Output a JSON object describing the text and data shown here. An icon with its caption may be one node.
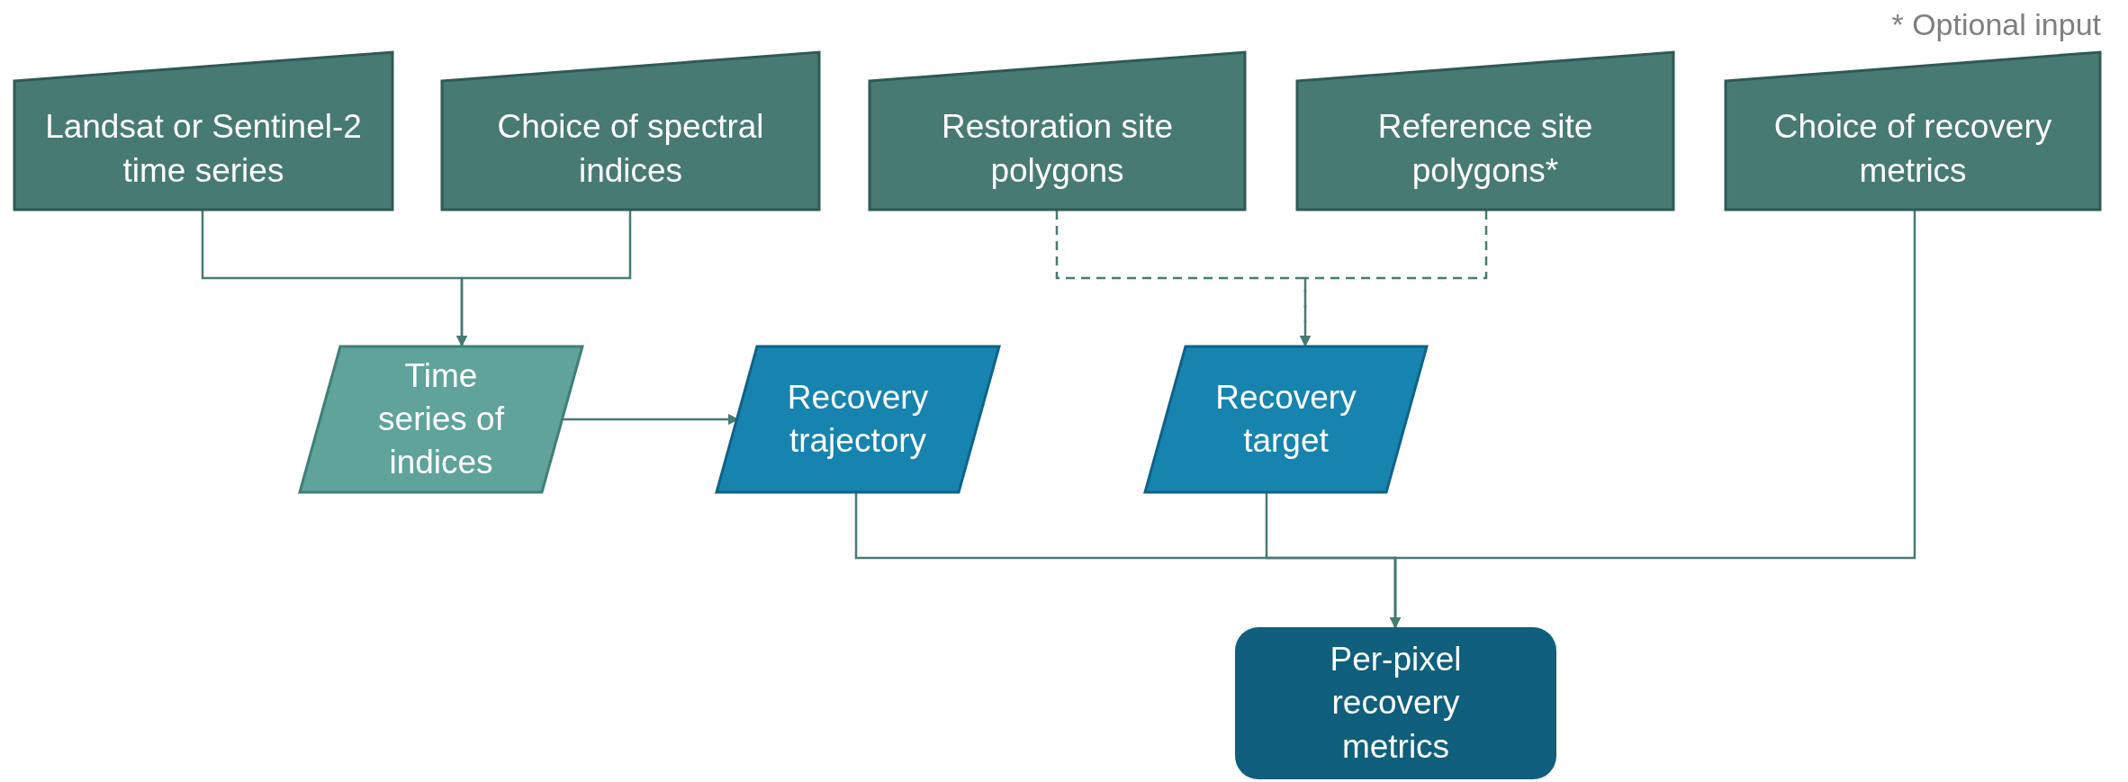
{
  "diagram": {
    "nodes": [
      {
        "text": [
          "Landsat or Sentinel-2 time series"
        ]
      },
      {
        "text": [
          "Choice of spectral indices"
        ]
      },
      {
        "text": [
          "Restoration site polygons"
        ]
      },
      {
        "text": [
          "Reference site polygons*"
        ]
      },
      {
        "text": [
          "Choice of recovery metrics"
        ]
      },
      {
        "text": [
          "Time series of indices"
        ]
      },
      {
        "text": [
          "Recovery trajectory"
        ]
      },
      {
        "text": [
          "Recovery target"
        ]
      },
      {
        "text": [
          "Per-pixel recovery metrics"
        ]
      }
    ],
    "edges": [
      {
        "from": 0,
        "to": 5,
        "arrow": "to"
      },
      {
        "from": 1,
        "to": 5,
        "arrow": "to"
      },
      {
        "from": 5,
        "to": 6,
        "arrow": "to"
      },
      {
        "from": 2,
        "to": 7,
        "arrow": "to",
        "style": "dashed"
      },
      {
        "from": 3,
        "to": 7,
        "arrow": "to",
        "style": "dashed"
      },
      {
        "from": 6,
        "to": 8,
        "arrow": "to"
      },
      {
        "from": 7,
        "to": 8,
        "arrow": "to"
      },
      {
        "from": 4,
        "to": 8,
        "arrow": "to"
      }
    ],
    "labels": [
      "* Optional input"
    ]
  }
}
